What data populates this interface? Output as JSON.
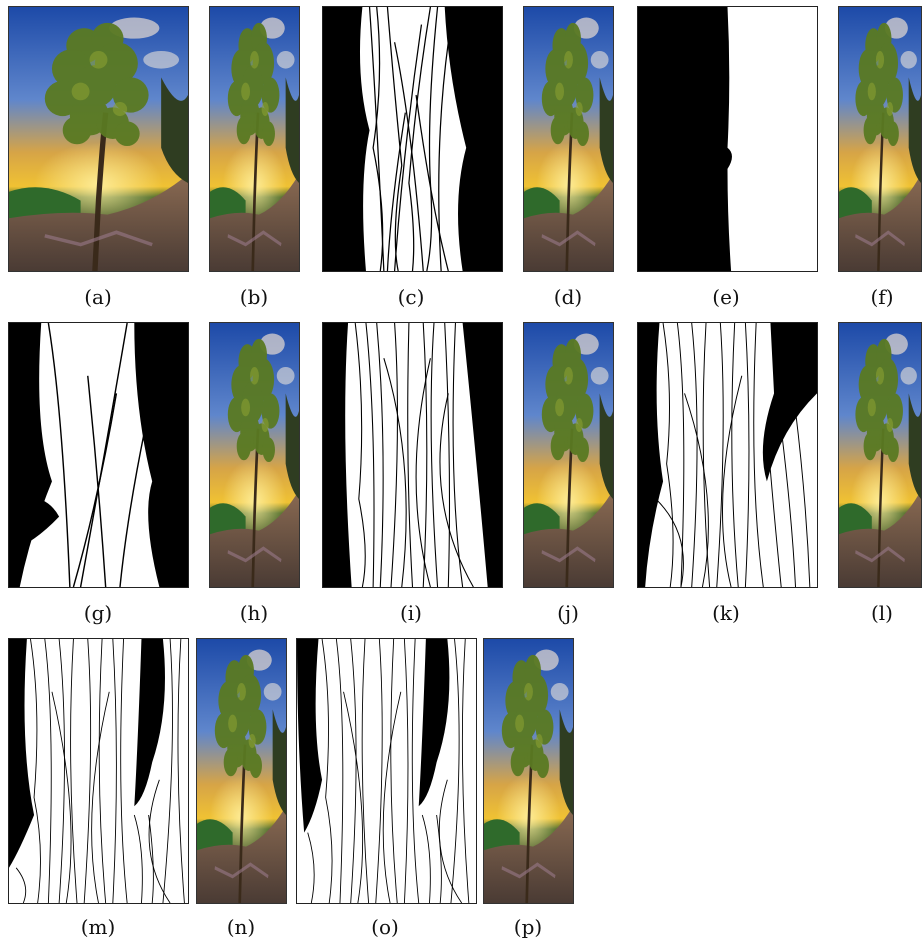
{
  "figure": {
    "panels": [
      {
        "id": "a",
        "label": "(a)",
        "kind": "photo"
      },
      {
        "id": "b",
        "label": "(b)",
        "kind": "photo"
      },
      {
        "id": "c",
        "label": "(c)",
        "kind": "seams"
      },
      {
        "id": "d",
        "label": "(d)",
        "kind": "photo"
      },
      {
        "id": "e",
        "label": "(e)",
        "kind": "seams"
      },
      {
        "id": "f",
        "label": "(f)",
        "kind": "photo"
      },
      {
        "id": "g",
        "label": "(g)",
        "kind": "seams"
      },
      {
        "id": "h",
        "label": "(h)",
        "kind": "photo"
      },
      {
        "id": "i",
        "label": "(i)",
        "kind": "seams"
      },
      {
        "id": "j",
        "label": "(j)",
        "kind": "photo"
      },
      {
        "id": "k",
        "label": "(k)",
        "kind": "seams"
      },
      {
        "id": "l",
        "label": "(l)",
        "kind": "photo"
      },
      {
        "id": "m",
        "label": "(m)",
        "kind": "seams"
      },
      {
        "id": "n",
        "label": "(n)",
        "kind": "photo"
      },
      {
        "id": "o",
        "label": "(o)",
        "kind": "seams"
      },
      {
        "id": "p",
        "label": "(p)",
        "kind": "photo"
      }
    ]
  }
}
